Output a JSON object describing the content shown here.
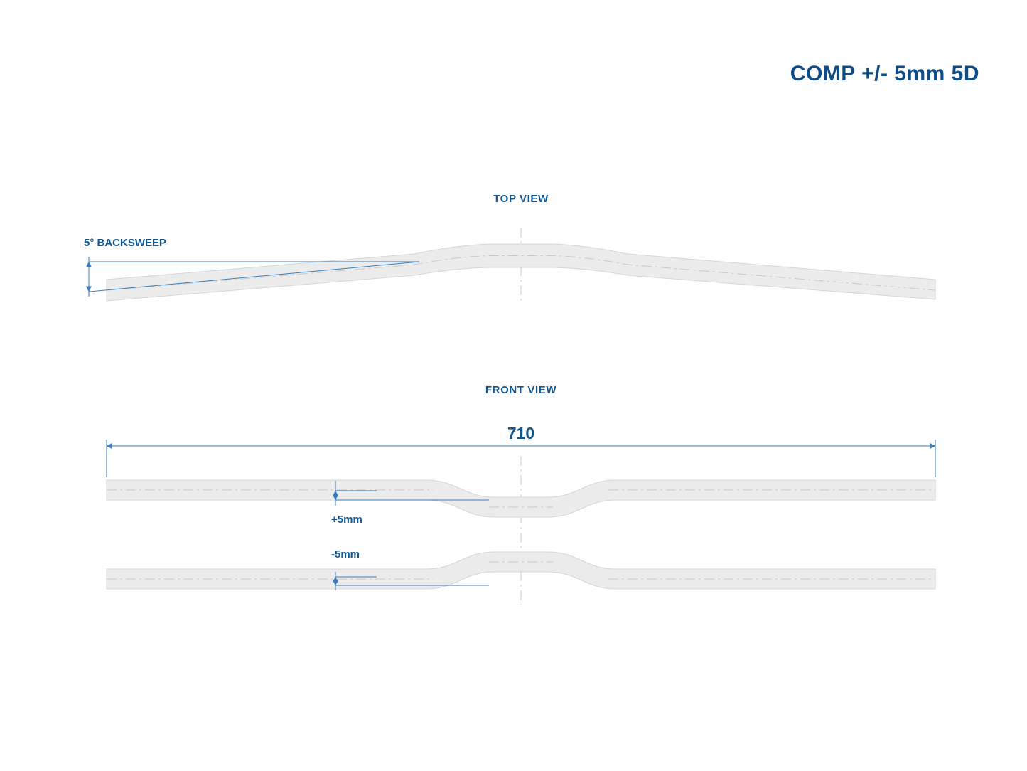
{
  "title": "COMP +/- 5mm 5D",
  "top_view": {
    "label": "TOP VIEW",
    "backsweep_label": "5° BACKSWEEP"
  },
  "front_view": {
    "label": "FRONT VIEW",
    "width_dimension": "710",
    "rise_plus_label": "+5mm",
    "rise_minus_label": "-5mm"
  },
  "colors": {
    "heading_blue": "#0d4c85",
    "label_blue": "#11568e",
    "dimension_blue": "#3a7dbd",
    "bar_fill": "#ececec",
    "bar_outline": "#d6d6d6",
    "centerline_gray": "#c9c9c9"
  }
}
